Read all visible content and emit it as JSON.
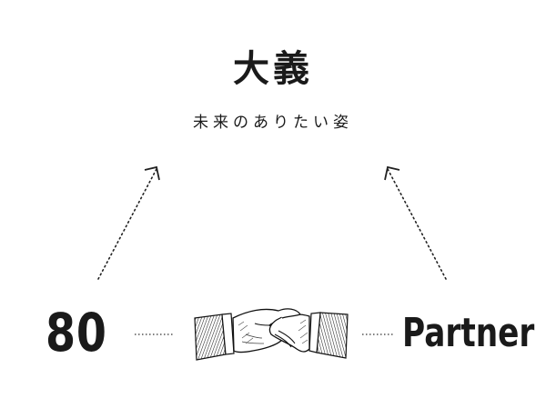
{
  "title": "大義",
  "subtitle": "未来のありたい姿",
  "left_label": "80",
  "right_label": "Partner",
  "ink_color": "#1a1a1a",
  "handshake_icon": "handshake-illustration"
}
